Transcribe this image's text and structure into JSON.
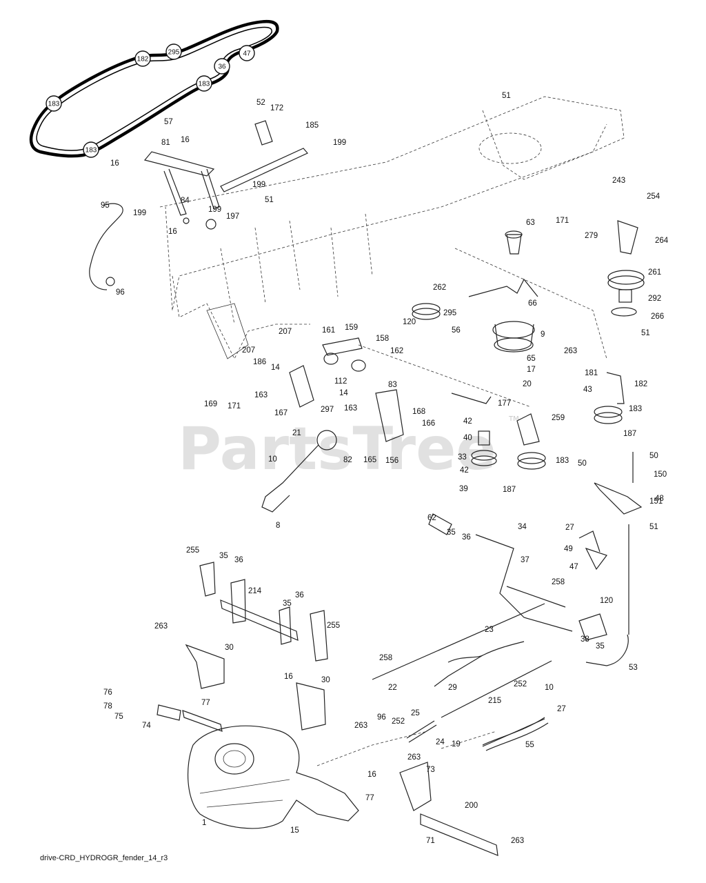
{
  "watermark": "PartsTree",
  "trademark": "TM",
  "caption": "drive-CRD_HYDROGR_fender_14_r3",
  "belt_labels": [
    "182",
    "295",
    "47",
    "36",
    "183",
    "183",
    "183"
  ],
  "callouts": [
    {
      "id": "57"
    },
    {
      "id": "52"
    },
    {
      "id": "172"
    },
    {
      "id": "185"
    },
    {
      "id": "199"
    },
    {
      "id": "51"
    },
    {
      "id": "81"
    },
    {
      "id": "16"
    },
    {
      "id": "16"
    },
    {
      "id": "199"
    },
    {
      "id": "84"
    },
    {
      "id": "199"
    },
    {
      "id": "51"
    },
    {
      "id": "95"
    },
    {
      "id": "199"
    },
    {
      "id": "197"
    },
    {
      "id": "16"
    },
    {
      "id": "96"
    },
    {
      "id": "63"
    },
    {
      "id": "243"
    },
    {
      "id": "254"
    },
    {
      "id": "171"
    },
    {
      "id": "279"
    },
    {
      "id": "264"
    },
    {
      "id": "261"
    },
    {
      "id": "292"
    },
    {
      "id": "266"
    },
    {
      "id": "51"
    },
    {
      "id": "262"
    },
    {
      "id": "66"
    },
    {
      "id": "295"
    },
    {
      "id": "120"
    },
    {
      "id": "56"
    },
    {
      "id": "9"
    },
    {
      "id": "263"
    },
    {
      "id": "65"
    },
    {
      "id": "17"
    },
    {
      "id": "181"
    },
    {
      "id": "182"
    },
    {
      "id": "20"
    },
    {
      "id": "43"
    },
    {
      "id": "183"
    },
    {
      "id": "187"
    },
    {
      "id": "207"
    },
    {
      "id": "161"
    },
    {
      "id": "159"
    },
    {
      "id": "158"
    },
    {
      "id": "207"
    },
    {
      "id": "186"
    },
    {
      "id": "14"
    },
    {
      "id": "162"
    },
    {
      "id": "112"
    },
    {
      "id": "14"
    },
    {
      "id": "83"
    },
    {
      "id": "163"
    },
    {
      "id": "169"
    },
    {
      "id": "171"
    },
    {
      "id": "167"
    },
    {
      "id": "297"
    },
    {
      "id": "163"
    },
    {
      "id": "177"
    },
    {
      "id": "168"
    },
    {
      "id": "166"
    },
    {
      "id": "259"
    },
    {
      "id": "42"
    },
    {
      "id": "40"
    },
    {
      "id": "21"
    },
    {
      "id": "82"
    },
    {
      "id": "165"
    },
    {
      "id": "156"
    },
    {
      "id": "33"
    },
    {
      "id": "183"
    },
    {
      "id": "50"
    },
    {
      "id": "50"
    },
    {
      "id": "150"
    },
    {
      "id": "10"
    },
    {
      "id": "42"
    },
    {
      "id": "39"
    },
    {
      "id": "187"
    },
    {
      "id": "48"
    },
    {
      "id": "8"
    },
    {
      "id": "62"
    },
    {
      "id": "35"
    },
    {
      "id": "36"
    },
    {
      "id": "34"
    },
    {
      "id": "27"
    },
    {
      "id": "151"
    },
    {
      "id": "51"
    },
    {
      "id": "49"
    },
    {
      "id": "47"
    },
    {
      "id": "255"
    },
    {
      "id": "35"
    },
    {
      "id": "36"
    },
    {
      "id": "37"
    },
    {
      "id": "214"
    },
    {
      "id": "258"
    },
    {
      "id": "36"
    },
    {
      "id": "35"
    },
    {
      "id": "120"
    },
    {
      "id": "255"
    },
    {
      "id": "23"
    },
    {
      "id": "38"
    },
    {
      "id": "35"
    },
    {
      "id": "263"
    },
    {
      "id": "30"
    },
    {
      "id": "258"
    },
    {
      "id": "22"
    },
    {
      "id": "29"
    },
    {
      "id": "252"
    },
    {
      "id": "10"
    },
    {
      "id": "53"
    },
    {
      "id": "16"
    },
    {
      "id": "30"
    },
    {
      "id": "215"
    },
    {
      "id": "27"
    },
    {
      "id": "76"
    },
    {
      "id": "77"
    },
    {
      "id": "78"
    },
    {
      "id": "75"
    },
    {
      "id": "74"
    },
    {
      "id": "263"
    },
    {
      "id": "96"
    },
    {
      "id": "252"
    },
    {
      "id": "25"
    },
    {
      "id": "24"
    },
    {
      "id": "19"
    },
    {
      "id": "55"
    },
    {
      "id": "263"
    },
    {
      "id": "73"
    },
    {
      "id": "16"
    },
    {
      "id": "77"
    },
    {
      "id": "200"
    },
    {
      "id": "1"
    },
    {
      "id": "15"
    },
    {
      "id": "71"
    },
    {
      "id": "263"
    }
  ]
}
